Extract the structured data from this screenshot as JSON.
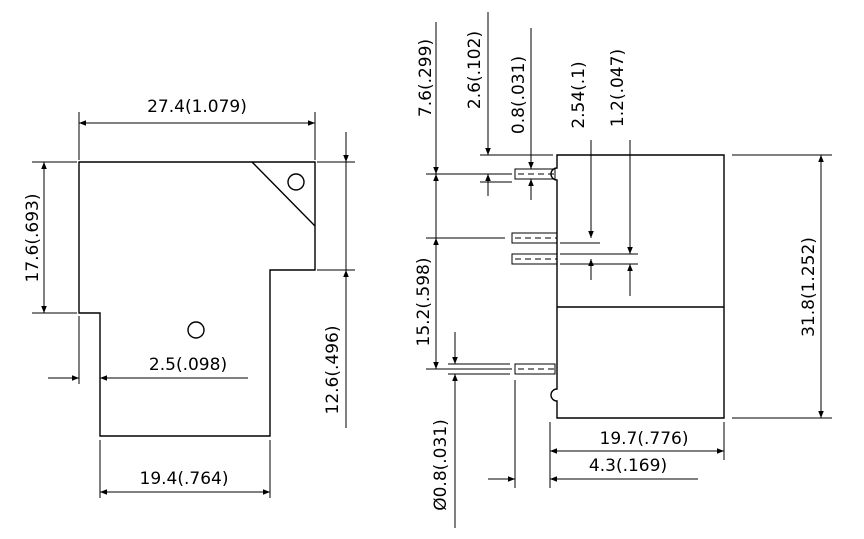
{
  "left_view": {
    "width_top": "27.4(1.079)",
    "height_left": "17.6(.693)",
    "height_right": "12.6(.496)",
    "offset": "2.5(.098)",
    "width_bottom": "19.4(.764)"
  },
  "right_view": {
    "dim_1": "7.6(.299)",
    "dim_2": "2.6(.102)",
    "dim_3": "0.8(.031)",
    "dim_4": "2.54(.1)",
    "dim_5": "1.2(.047)",
    "dim_6": "15.2(.598)",
    "dim_7": "31.8(1.252)",
    "dim_8": "19.7(.776)",
    "dim_9": "4.3(.169)",
    "dim_10": "Ø0.8(.031)"
  }
}
